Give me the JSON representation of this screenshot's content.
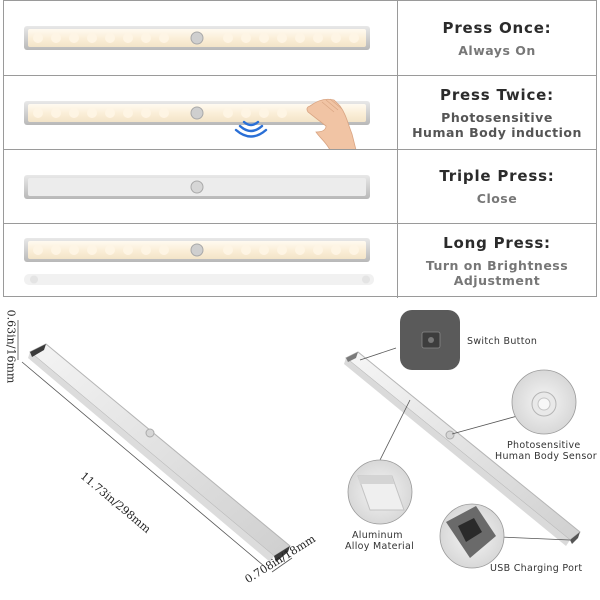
{
  "modes": [
    {
      "title": "Press Once:",
      "lines": [
        "Always On"
      ],
      "state": "lit"
    },
    {
      "title": "Press Twice:",
      "lines": [
        "Photosensitive",
        "Human Body induction"
      ],
      "state": "lit-hand"
    },
    {
      "title": "Triple Press:",
      "lines": [
        "Close"
      ],
      "state": "off"
    },
    {
      "title": "Long Press:",
      "lines": [
        "Turn on Brightness",
        "Adjustment"
      ],
      "state": "lit-fade"
    }
  ],
  "dimensions": {
    "height": "0.63in/16mm",
    "length": "11.73in/298mm",
    "width": "0.708in/18mm"
  },
  "callouts": {
    "switch": "Switch Button",
    "sensor_line1": "Photosensitive",
    "sensor_line2": "Human Body Sensor",
    "material_line1": "Aluminum",
    "material_line2": "Alloy Material",
    "port": "USB Charging Port"
  },
  "colors": {
    "led_glow": "#fbf1de",
    "frame": "#c9c9c9",
    "border": "#9a9a9a"
  }
}
